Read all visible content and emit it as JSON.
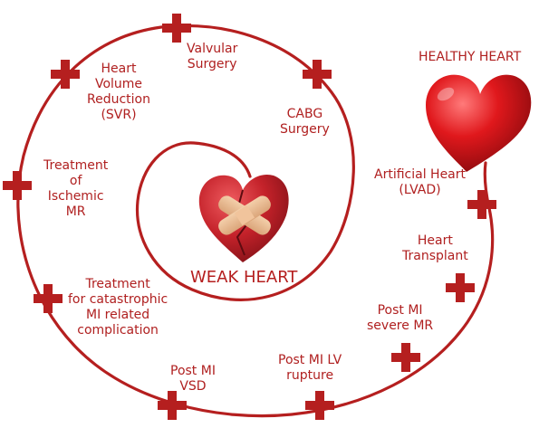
{
  "colors": {
    "accent": "#b51f1f",
    "text": "#b02020",
    "heart_healthy": "#d91a1a",
    "heart_weak": "#c4222a",
    "bandage": "#e8b48a"
  },
  "healthy_label": "HEALTHY HEART",
  "weak_label": "WEAK HEART",
  "steps": [
    {
      "lines": [
        "Valvular",
        "Surgery"
      ]
    },
    {
      "lines": [
        "Heart",
        "Volume",
        "Reduction",
        "(SVR)"
      ]
    },
    {
      "lines": [
        "CABG",
        "Surgery"
      ]
    },
    {
      "lines": [
        "Treatment",
        "of",
        "Ischemic",
        "MR"
      ]
    },
    {
      "lines": [
        "Treatment",
        "for catastrophic",
        "MI related",
        "complication"
      ]
    },
    {
      "lines": [
        "Post MI",
        "VSD"
      ]
    },
    {
      "lines": [
        "Post MI LV",
        "rupture"
      ]
    },
    {
      "lines": [
        "Post MI",
        "severe MR"
      ]
    },
    {
      "lines": [
        "Heart",
        "Transplant"
      ]
    },
    {
      "lines": [
        "Artificial Heart",
        "(LVAD)"
      ]
    }
  ],
  "icons": [
    "cross-icon",
    "broken-heart-icon",
    "bandage-icon",
    "heart-icon"
  ]
}
